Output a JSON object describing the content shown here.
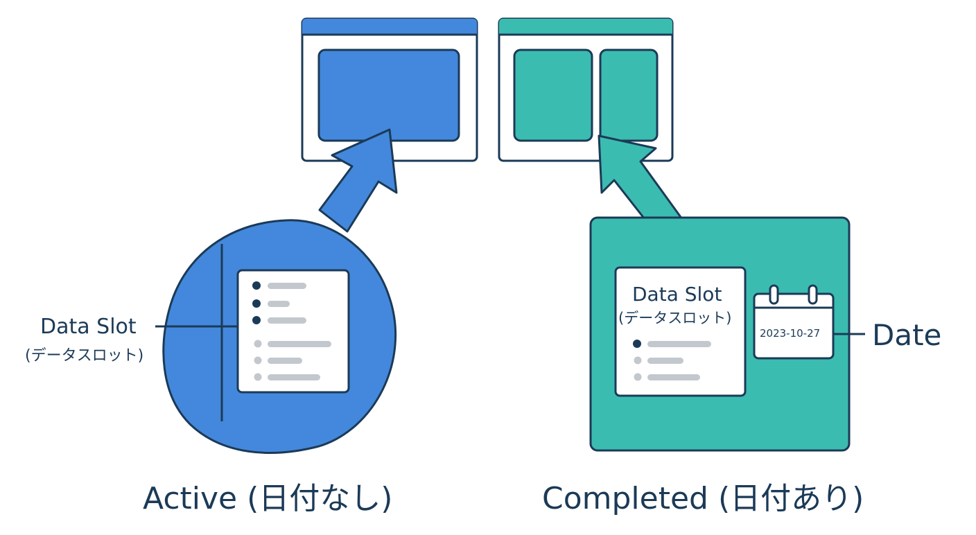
{
  "colors": {
    "active": "#4388dc",
    "completed": "#3bbcb0",
    "outline": "#1b3a57",
    "placeholder_line": "#c3c8ce",
    "bullet": "#1b3a57"
  },
  "active": {
    "caption": "Active (日付なし)",
    "data_slot_label": "Data Slot",
    "data_slot_label_jp": "(データスロット)"
  },
  "completed": {
    "caption": "Completed (日付あり)",
    "data_slot_label": "Data Slot",
    "data_slot_label_jp": "(データスロット)",
    "date_value": "2023-10-27",
    "date_label": "Date"
  }
}
